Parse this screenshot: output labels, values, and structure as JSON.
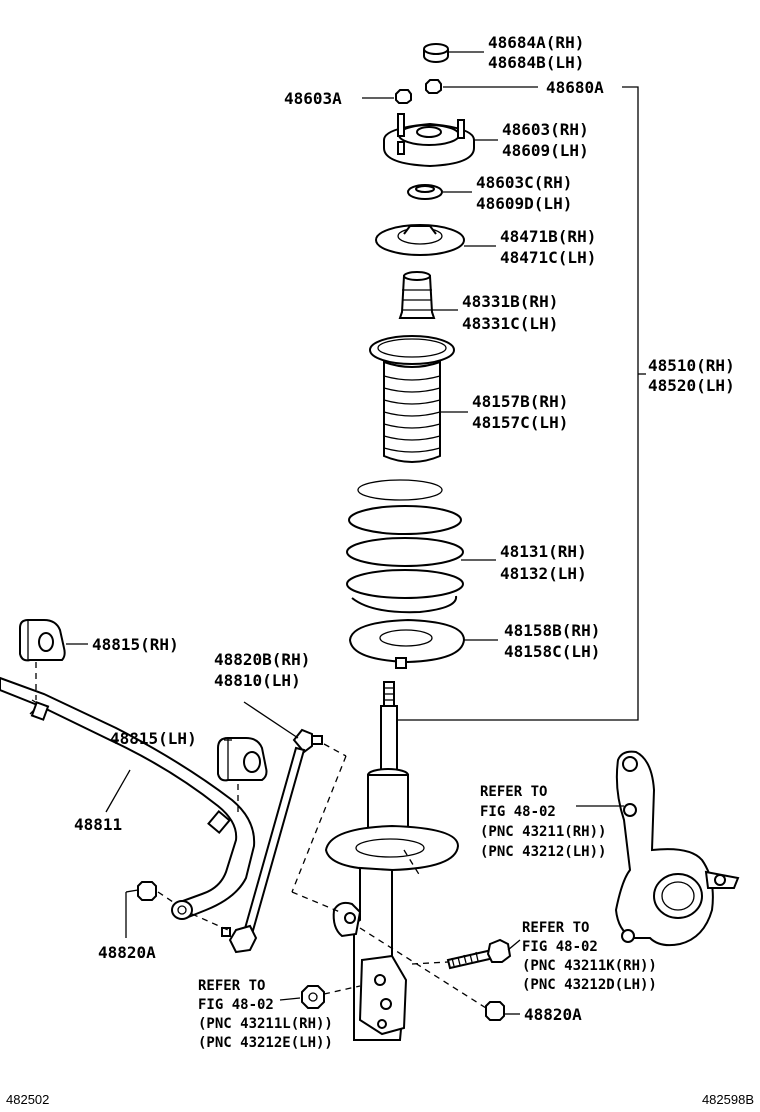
{
  "labels": {
    "cap_rh": "48684A(RH)",
    "cap_lh": "48684B(LH)",
    "nut_48603a": "48603A",
    "nut_48680a": "48680A",
    "mount_rh": "48603(RH)",
    "mount_lh": "48609(LH)",
    "bearing_rh": "48603C(RH)",
    "bearing_lh": "48609D(LH)",
    "upper_seat_rh": "48471B(RH)",
    "upper_seat_lh": "48471C(LH)",
    "bump_rh": "48331B(RH)",
    "bump_lh": "48331C(LH)",
    "assy_rh": "48510(RH)",
    "assy_lh": "48520(LH)",
    "boot_rh": "48157B(RH)",
    "boot_lh": "48157C(LH)",
    "spring_rh": "48131(RH)",
    "spring_lh": "48132(LH)",
    "lower_ins_rh": "48158B(RH)",
    "lower_ins_lh": "48158C(LH)",
    "bush_rh": "48815(RH)",
    "link_rh": "48820B(RH)",
    "link_lh": "48810(LH)",
    "bush_lh": "48815(LH)",
    "stab_bar": "48811",
    "nut_left": "48820A",
    "nut_right": "48820A"
  },
  "refs": {
    "knuckle": {
      "line1": "REFER TO",
      "line2": "FIG 48-02",
      "line3": "(PNC 43211(RH))",
      "line4": "(PNC 43212(LH))"
    },
    "bolt": {
      "line1": "REFER TO",
      "line2": "FIG 48-02",
      "line3": "(PNC 43211K(RH))",
      "line4": "(PNC 43212D(LH))"
    },
    "lower": {
      "line1": "REFER TO",
      "line2": "FIG 48-02",
      "line3": "(PNC 43211L(RH))",
      "line4": "(PNC 43212E(LH))"
    }
  },
  "footer": {
    "left_code": "482502",
    "right_code": "482598B"
  }
}
